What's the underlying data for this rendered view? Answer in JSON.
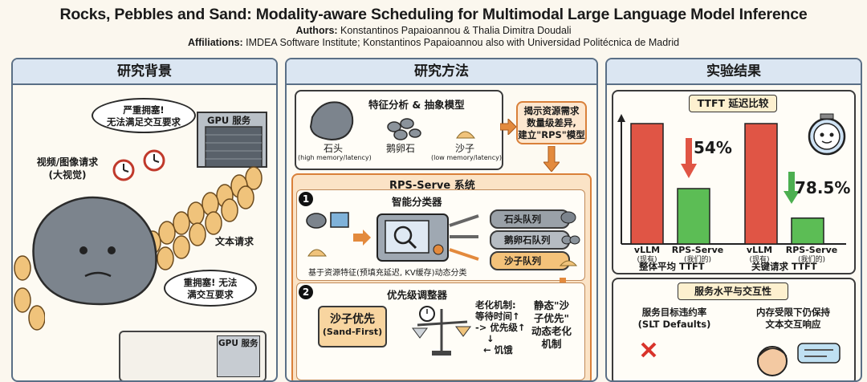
{
  "header": {
    "title": "Rocks, Pebbles and Sand: Modality-aware Scheduling for Multimodal Large Language Model Inference",
    "authors_label": "Authors:",
    "authors": "Konstantinos Papaioannou & Thalia Dimitra Doudali",
    "affiliations_label": "Affiliations:",
    "affiliations": "IMDEA Software Institute; Konstantinos Papaioannou also with Universidad Politécnica de Madrid"
  },
  "background": {
    "heading": "研究背景",
    "gpu_label": "GPU 服务",
    "gpu_label_2": "GPU 服务",
    "bubble_top": [
      "严重拥塞!",
      "无法满足交互要求"
    ],
    "bubble_bottom": [
      "重拥塞! 无法",
      "满交互要求"
    ],
    "video_request": [
      "视频/图像请求",
      "(大视觉)"
    ],
    "text_request": "文本请求"
  },
  "method": {
    "heading": "研究方法",
    "feature_title": "特征分析 & 抽象模型",
    "rock": "石头",
    "rock_sub": "(high memory/latency)",
    "pebble": "鹅卵石",
    "sand": "沙子",
    "sand_sub": "(low memory/latency)",
    "insight": [
      "揭示资源需求",
      "数量级差异,",
      "建立\"RPS\"模型"
    ],
    "system_title": "RPS-Serve 系统",
    "step1_num": "1",
    "step1_title": "智能分类器",
    "queues": [
      "石头队列",
      "鹅卵石队列",
      "沙子队列"
    ],
    "classifier_note": "基于资源特征(预填充延迟, KV缓存)动态分类",
    "step2_num": "2",
    "step2_title": "优先级调整器",
    "sand_first": [
      "沙子优先",
      "(Sand-First)"
    ],
    "aging": [
      "老化机制:",
      "等待时间↑",
      "-> 优先级↑",
      "↓",
      "← 饥饿"
    ],
    "static_sand": [
      "静态\"沙",
      "子优先\"",
      "动态老化",
      "机制"
    ]
  },
  "results": {
    "heading": "实验结果",
    "ttft_title": "TTFT 延迟比较",
    "reduction_1": "54%",
    "reduction_2": "78.5%",
    "bar_labels": [
      {
        "name": "vLLM",
        "note": "(现有)"
      },
      {
        "name": "RPS-Serve",
        "note": "(我们的)"
      },
      {
        "name": "vLLM",
        "note": "(现有)"
      },
      {
        "name": "RPS-Serve",
        "note": "(我们的)"
      }
    ],
    "group_labels": [
      "整体平均 TTFT",
      "关键请求 TTFT"
    ],
    "service_title": "服务水平与交互性",
    "slo_label": [
      "服务目标违约率",
      "(SLT Defaults)"
    ],
    "memory_label": [
      "内存受限下仍保持",
      "文本交互响应"
    ],
    "colors": {
      "vllm": "#e05545",
      "rps": "#5cbd55",
      "arrow_red": "#e05545",
      "arrow_green": "#4caf50"
    }
  },
  "chart_data": {
    "type": "bar",
    "title": "TTFT 延迟比较",
    "categories": [
      "整体平均 TTFT",
      "关键请求 TTFT"
    ],
    "series": [
      {
        "name": "vLLM (现有)",
        "values": [
          100,
          100
        ]
      },
      {
        "name": "RPS-Serve (我们的)",
        "values": [
          46,
          21.5
        ]
      }
    ],
    "annotations": [
      "54%",
      "78.5%"
    ]
  }
}
